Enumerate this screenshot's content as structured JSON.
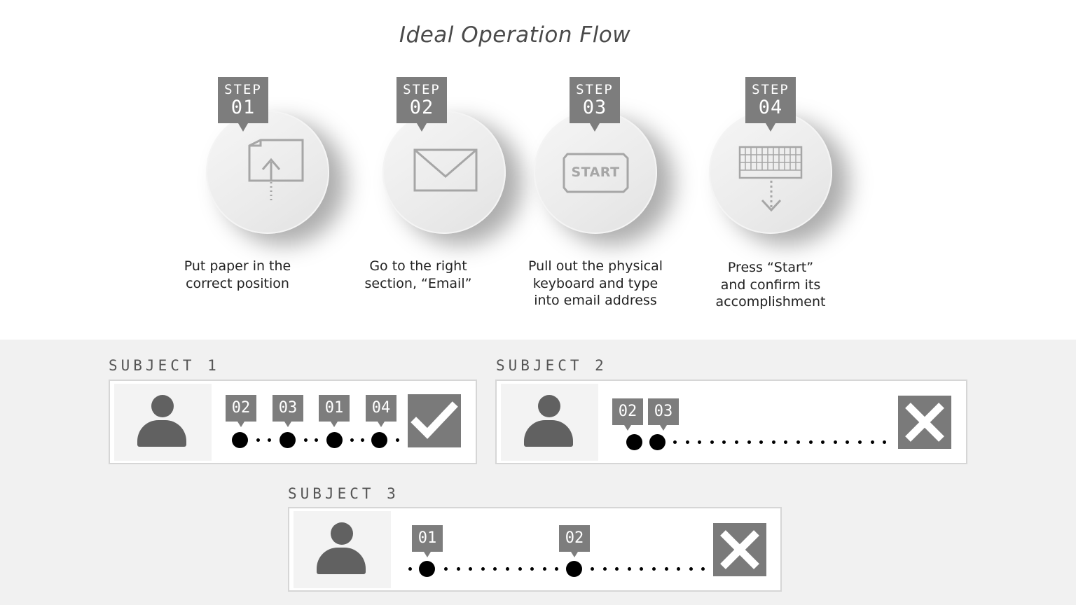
{
  "title": "Ideal Operation Flow",
  "steps": [
    {
      "tag": "STEP",
      "num": "01",
      "icon": "paper-upload-icon",
      "text": [
        "Put paper in the",
        "correct position"
      ]
    },
    {
      "tag": "STEP",
      "num": "02",
      "icon": "envelope-icon",
      "text": [
        "Go to the right",
        "section, “Email”"
      ]
    },
    {
      "tag": "STEP",
      "num": "03",
      "icon": "start-button-icon",
      "icon_label": "START",
      "text": [
        "Pull out the physical",
        "keyboard and type",
        "into email address"
      ]
    },
    {
      "tag": "STEP",
      "num": "04",
      "icon": "keyboard-down-icon",
      "text": [
        "Press “Start”",
        "and confirm its",
        "accomplishment"
      ]
    }
  ],
  "subjects": [
    {
      "label": "SUBJECT 1",
      "sequence": [
        "02",
        "03",
        "01",
        "04"
      ],
      "result": "success",
      "result_icon": "check-icon"
    },
    {
      "label": "SUBJECT 2",
      "sequence": [
        "02",
        "03"
      ],
      "result": "failure",
      "result_icon": "cross-icon"
    },
    {
      "label": "SUBJECT 3",
      "sequence": [
        "01",
        "02"
      ],
      "result": "failure",
      "result_icon": "cross-icon"
    }
  ],
  "colors": {
    "tag": "#7d7d7d",
    "avatar": "#616161",
    "result": "#7a7a7a",
    "panel_border": "#d6d6d6",
    "bottom_bg": "#f1f1f1"
  }
}
